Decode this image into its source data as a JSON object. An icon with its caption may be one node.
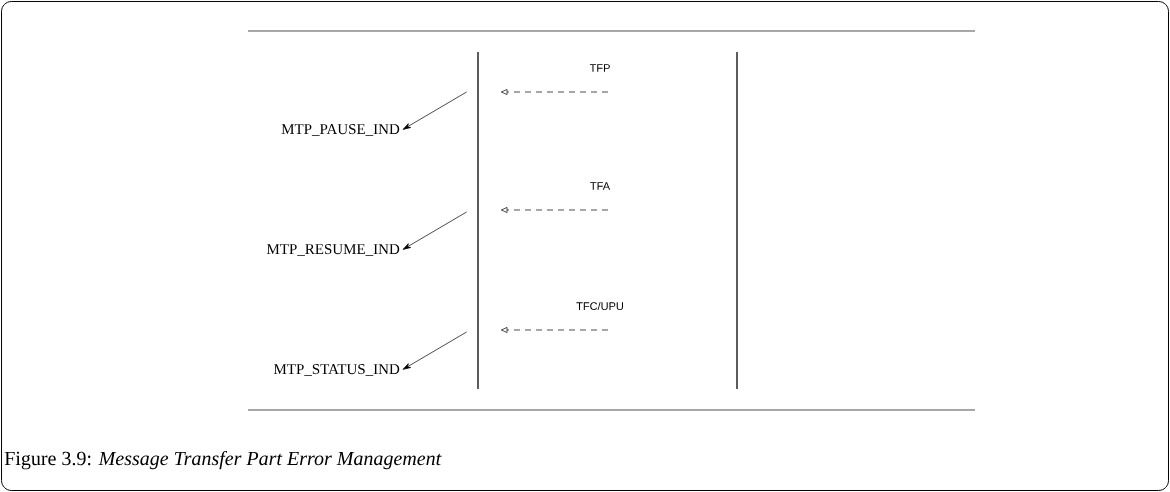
{
  "diagram": {
    "caption": "Figure 3.9: *Message Transfer Part Error Management*",
    "nodes": [
      {
        "text": [],
        "shape": "bar"
      },
      {
        "text": [],
        "shape": "bar"
      },
      {
        "text": [
          "MTP_PAUSE_IND"
        ]
      },
      {
        "text": [
          "MTP_RESUME_IND"
        ]
      },
      {
        "text": [
          "MTP_STATUS_IND"
        ]
      }
    ],
    "edges": [
      {
        "from": null,
        "to": 0,
        "arrow": "to",
        "label": "TFP",
        "style": "dashed"
      },
      {
        "from": 0,
        "to": 2,
        "arrow": "to"
      },
      {
        "from": null,
        "to": 0,
        "arrow": "to",
        "label": "TFA",
        "style": "dashed"
      },
      {
        "from": 0,
        "to": 3,
        "arrow": "to"
      },
      {
        "from": null,
        "to": 0,
        "arrow": "to",
        "label": "TFC/UPU",
        "style": "dashed"
      },
      {
        "from": 0,
        "to": 4,
        "arrow": "to"
      }
    ]
  }
}
